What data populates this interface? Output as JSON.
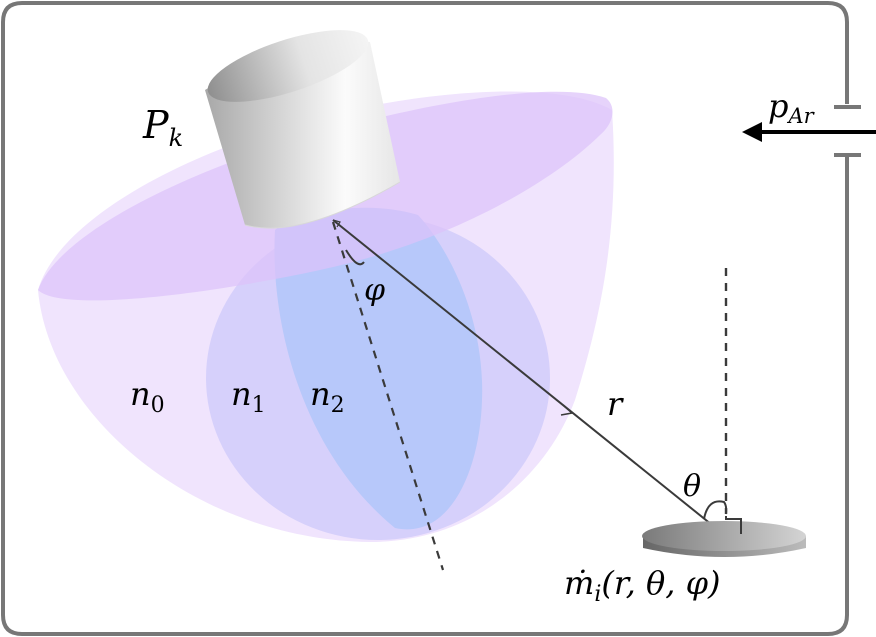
{
  "diagram": {
    "title": "",
    "colors": {
      "chamber_border": "#777777",
      "shell_n0": "#f0e4fd",
      "shell_n0_top": "#e4ccfb",
      "shell_n1": "#d6d0fb",
      "shell_n2": "#b7c8fa",
      "line": "#3a3a3a",
      "arrow": "#000000",
      "cylinder_dark": "#9a9a9a",
      "cylinder_light": "#f8f8f8",
      "substrate_dark": "#7c7c7c",
      "substrate_light": "#d2d2d2"
    },
    "labels": {
      "source": {
        "base": "P",
        "sub": "k"
      },
      "gas_inlet": {
        "base": "p",
        "sub": "Ar"
      },
      "region0": {
        "base": "n",
        "sub": "0"
      },
      "region1": {
        "base": "n",
        "sub": "1"
      },
      "region2": {
        "base": "n",
        "sub": "2"
      },
      "distance": "r",
      "polar_angle": "θ",
      "azimuth_angle": "φ",
      "mass_flux": {
        "base": "ṁ",
        "sub": "i",
        "args": "(r, θ, φ)"
      }
    },
    "nodes": [
      {
        "id": "chamber",
        "label": ""
      },
      {
        "id": "source-cylinder",
        "label": "P_k"
      },
      {
        "id": "gas-inlet",
        "label": "p_Ar"
      },
      {
        "id": "distribution-shell-n0",
        "label": "n_0"
      },
      {
        "id": "distribution-shell-n1",
        "label": "n_1"
      },
      {
        "id": "distribution-shell-n2",
        "label": "n_2"
      },
      {
        "id": "substrate",
        "label": "ṁ_i(r, θ, φ)"
      }
    ],
    "edges": [
      {
        "from": "source-cylinder",
        "to": "substrate",
        "label": "r"
      },
      {
        "from": "gas-inlet",
        "to": "chamber",
        "label": "p_Ar"
      }
    ]
  }
}
